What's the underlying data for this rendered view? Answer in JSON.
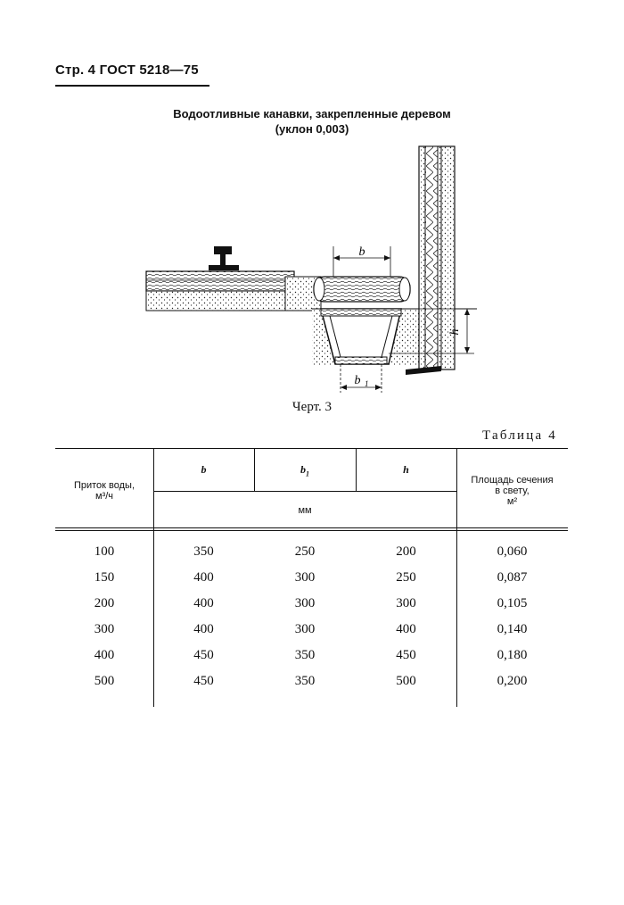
{
  "header": {
    "text": "Стр. 4 ГОСТ 5218—75"
  },
  "title": {
    "line1": "Водоотливные канавки, закрепленные деревом",
    "line2": "(уклон 0,003)"
  },
  "drawing": {
    "label_b": "b",
    "label_b1": "b",
    "label_b1_sub": "1",
    "label_h": "h"
  },
  "caption": "Черт. 3",
  "table": {
    "label": "Таблица 4",
    "header": {
      "col0": "Приток воды,",
      "col0_unit": "м³/ч",
      "col1": "b",
      "col2": "b",
      "col2_sub": "1",
      "col3": "h",
      "units": "мм",
      "col4_line1": "Площадь сечения",
      "col4_line2": "в свету,",
      "col4_unit": "м²"
    },
    "rows": [
      [
        "100",
        "350",
        "250",
        "200",
        "0,060"
      ],
      [
        "150",
        "400",
        "300",
        "250",
        "0,087"
      ],
      [
        "200",
        "400",
        "300",
        "300",
        "0,105"
      ],
      [
        "300",
        "400",
        "300",
        "400",
        "0,140"
      ],
      [
        "400",
        "450",
        "350",
        "450",
        "0,180"
      ],
      [
        "500",
        "450",
        "350",
        "500",
        "0,200"
      ]
    ]
  }
}
